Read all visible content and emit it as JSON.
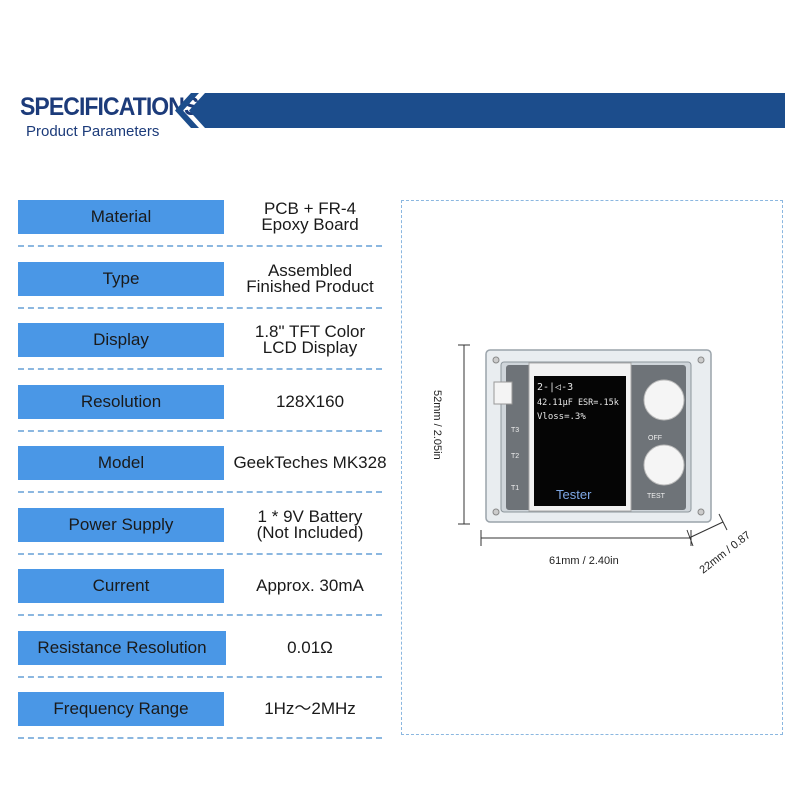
{
  "header": {
    "title": "SPECIFICATIONS",
    "subtitle": "Product Parameters",
    "accent_color": "#1c4d8c"
  },
  "specs": [
    {
      "label": "Material",
      "value": [
        "PCB + FR-4",
        "Epoxy Board"
      ]
    },
    {
      "label": "Type",
      "value": [
        "Assembled",
        "Finished Product"
      ]
    },
    {
      "label": "Display",
      "value": [
        "1.8\" TFT Color",
        "LCD Display"
      ]
    },
    {
      "label": "Resolution",
      "value": [
        "128X160"
      ]
    },
    {
      "label": "Model",
      "value": [
        "GeekTeches MK328"
      ]
    },
    {
      "label": "Power Supply",
      "value": [
        "1 * 9V Battery",
        "(Not Included)"
      ]
    },
    {
      "label": "Current",
      "value": [
        "Approx. 30mA"
      ]
    },
    {
      "label": "Resistance Resolution",
      "value": [
        "0.01Ω"
      ]
    },
    {
      "label": "Frequency Range",
      "value": [
        "1Hz～2MHz"
      ]
    }
  ],
  "product": {
    "screen_line1": "2-|◁-3",
    "screen_line2": "42.11μF ESR=.15k",
    "screen_line3": "Vloss=.3%",
    "screen_label": "Tester",
    "button_off_label": "OFF",
    "button_test_label": "TEST",
    "pin_labels": [
      "T1",
      "T2",
      "T3"
    ],
    "dimensions": {
      "height": "52mm / 2.05in",
      "width": "61mm / 2.40in",
      "depth": "22mm / 0.87"
    }
  }
}
